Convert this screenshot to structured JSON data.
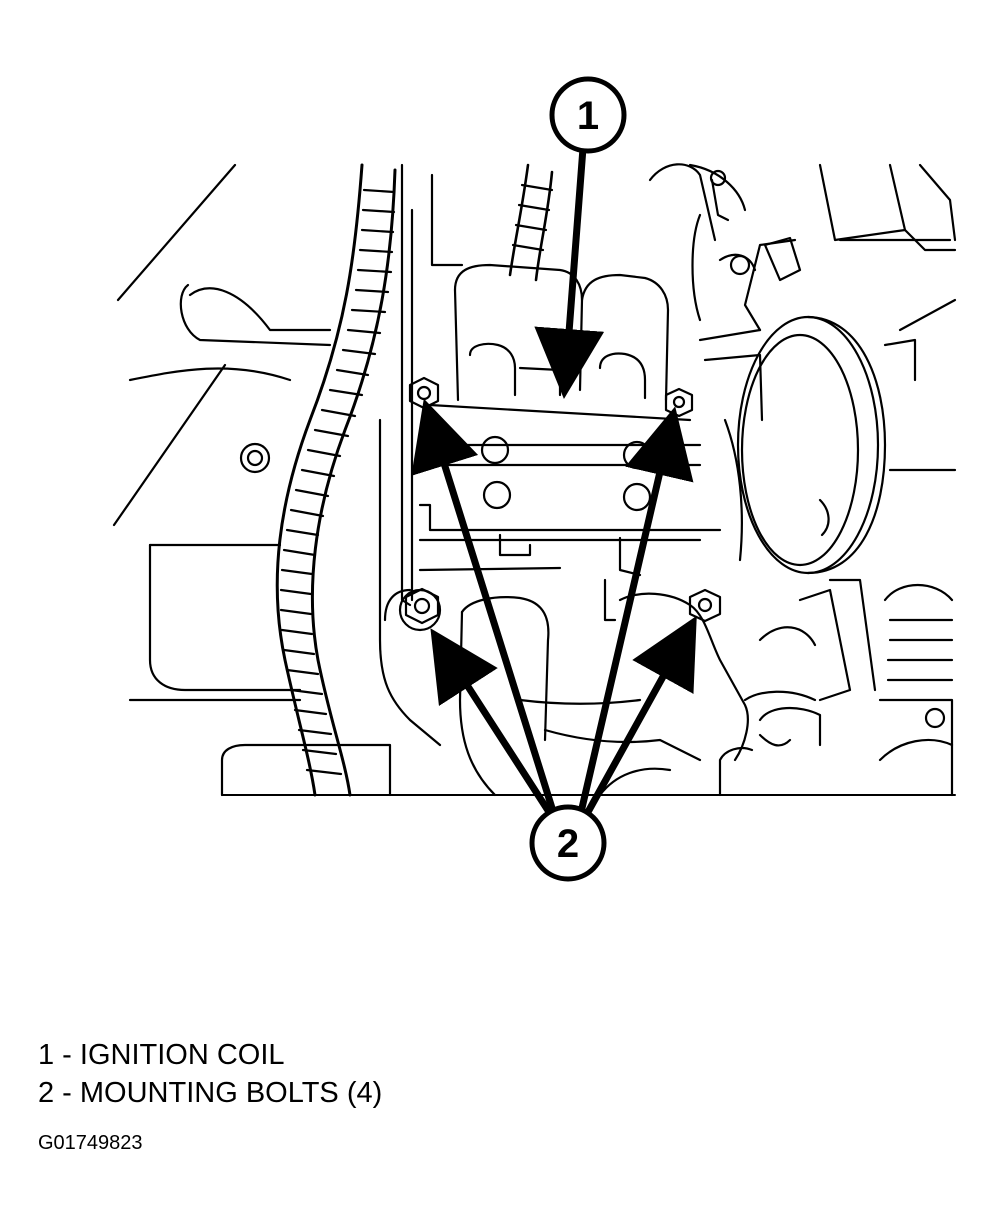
{
  "callouts": [
    {
      "number": "1"
    },
    {
      "number": "2"
    }
  ],
  "legend": [
    {
      "text": "1 - IGNITION COIL"
    },
    {
      "text": "2 - MOUNTING BOLTS (4)"
    }
  ],
  "figure_id": "G01749823",
  "colors": {
    "line": "#000000",
    "background": "#ffffff"
  },
  "icons": [
    "ignition-coil-drawing",
    "mounting-bolt",
    "throttle-body",
    "wiring-harness"
  ]
}
